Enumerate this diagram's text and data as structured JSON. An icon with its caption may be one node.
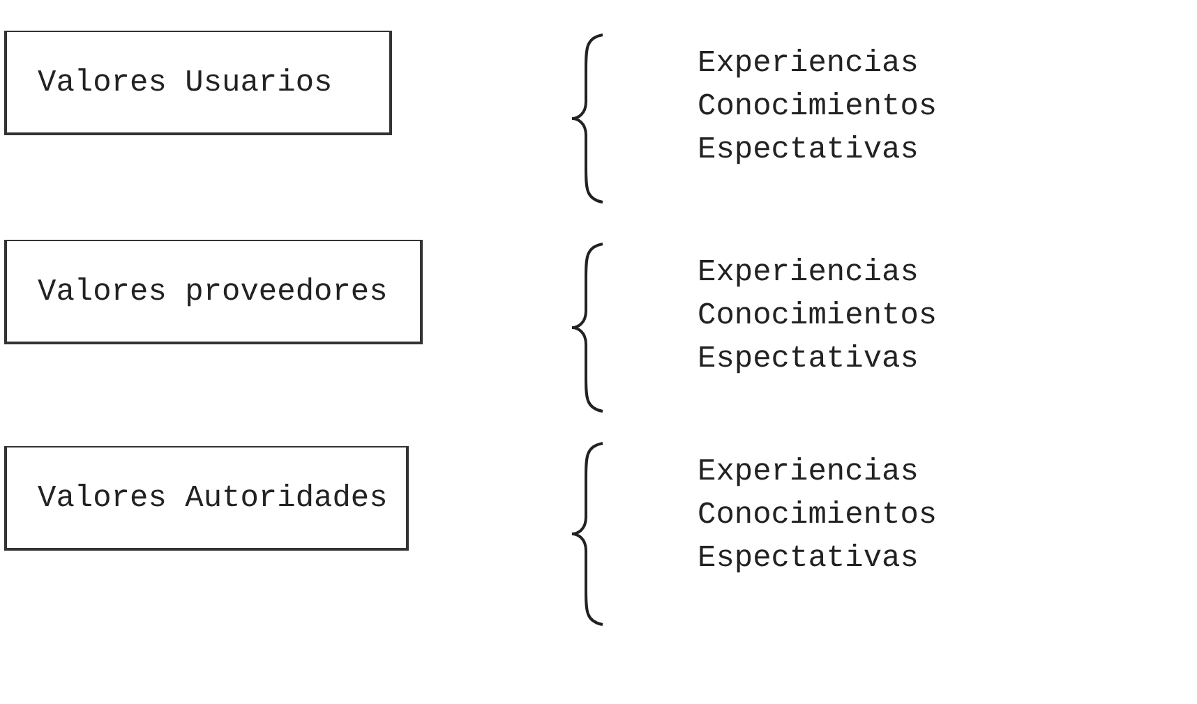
{
  "diagram": {
    "nodes": [
      {
        "text": [
          "Valores Usuarios"
        ]
      },
      {
        "text": [
          "Valores proveedores"
        ]
      },
      {
        "text": [
          "Valores Autoridades"
        ]
      }
    ],
    "labels": [
      "Experiencias",
      "Conocimientos",
      "Espectativas",
      "Experiencias",
      "Conocimientos",
      "Espectativas",
      "Experiencias",
      "Conocimientos",
      "Espectativas"
    ]
  }
}
